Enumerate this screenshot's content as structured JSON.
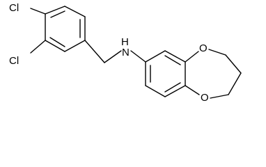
{
  "molecule": {
    "atoms": {
      "cl_top": "Cl",
      "cl_bottom": "Cl",
      "nh": "N",
      "h": "H",
      "o_top": "O",
      "o_bottom": "O"
    }
  }
}
